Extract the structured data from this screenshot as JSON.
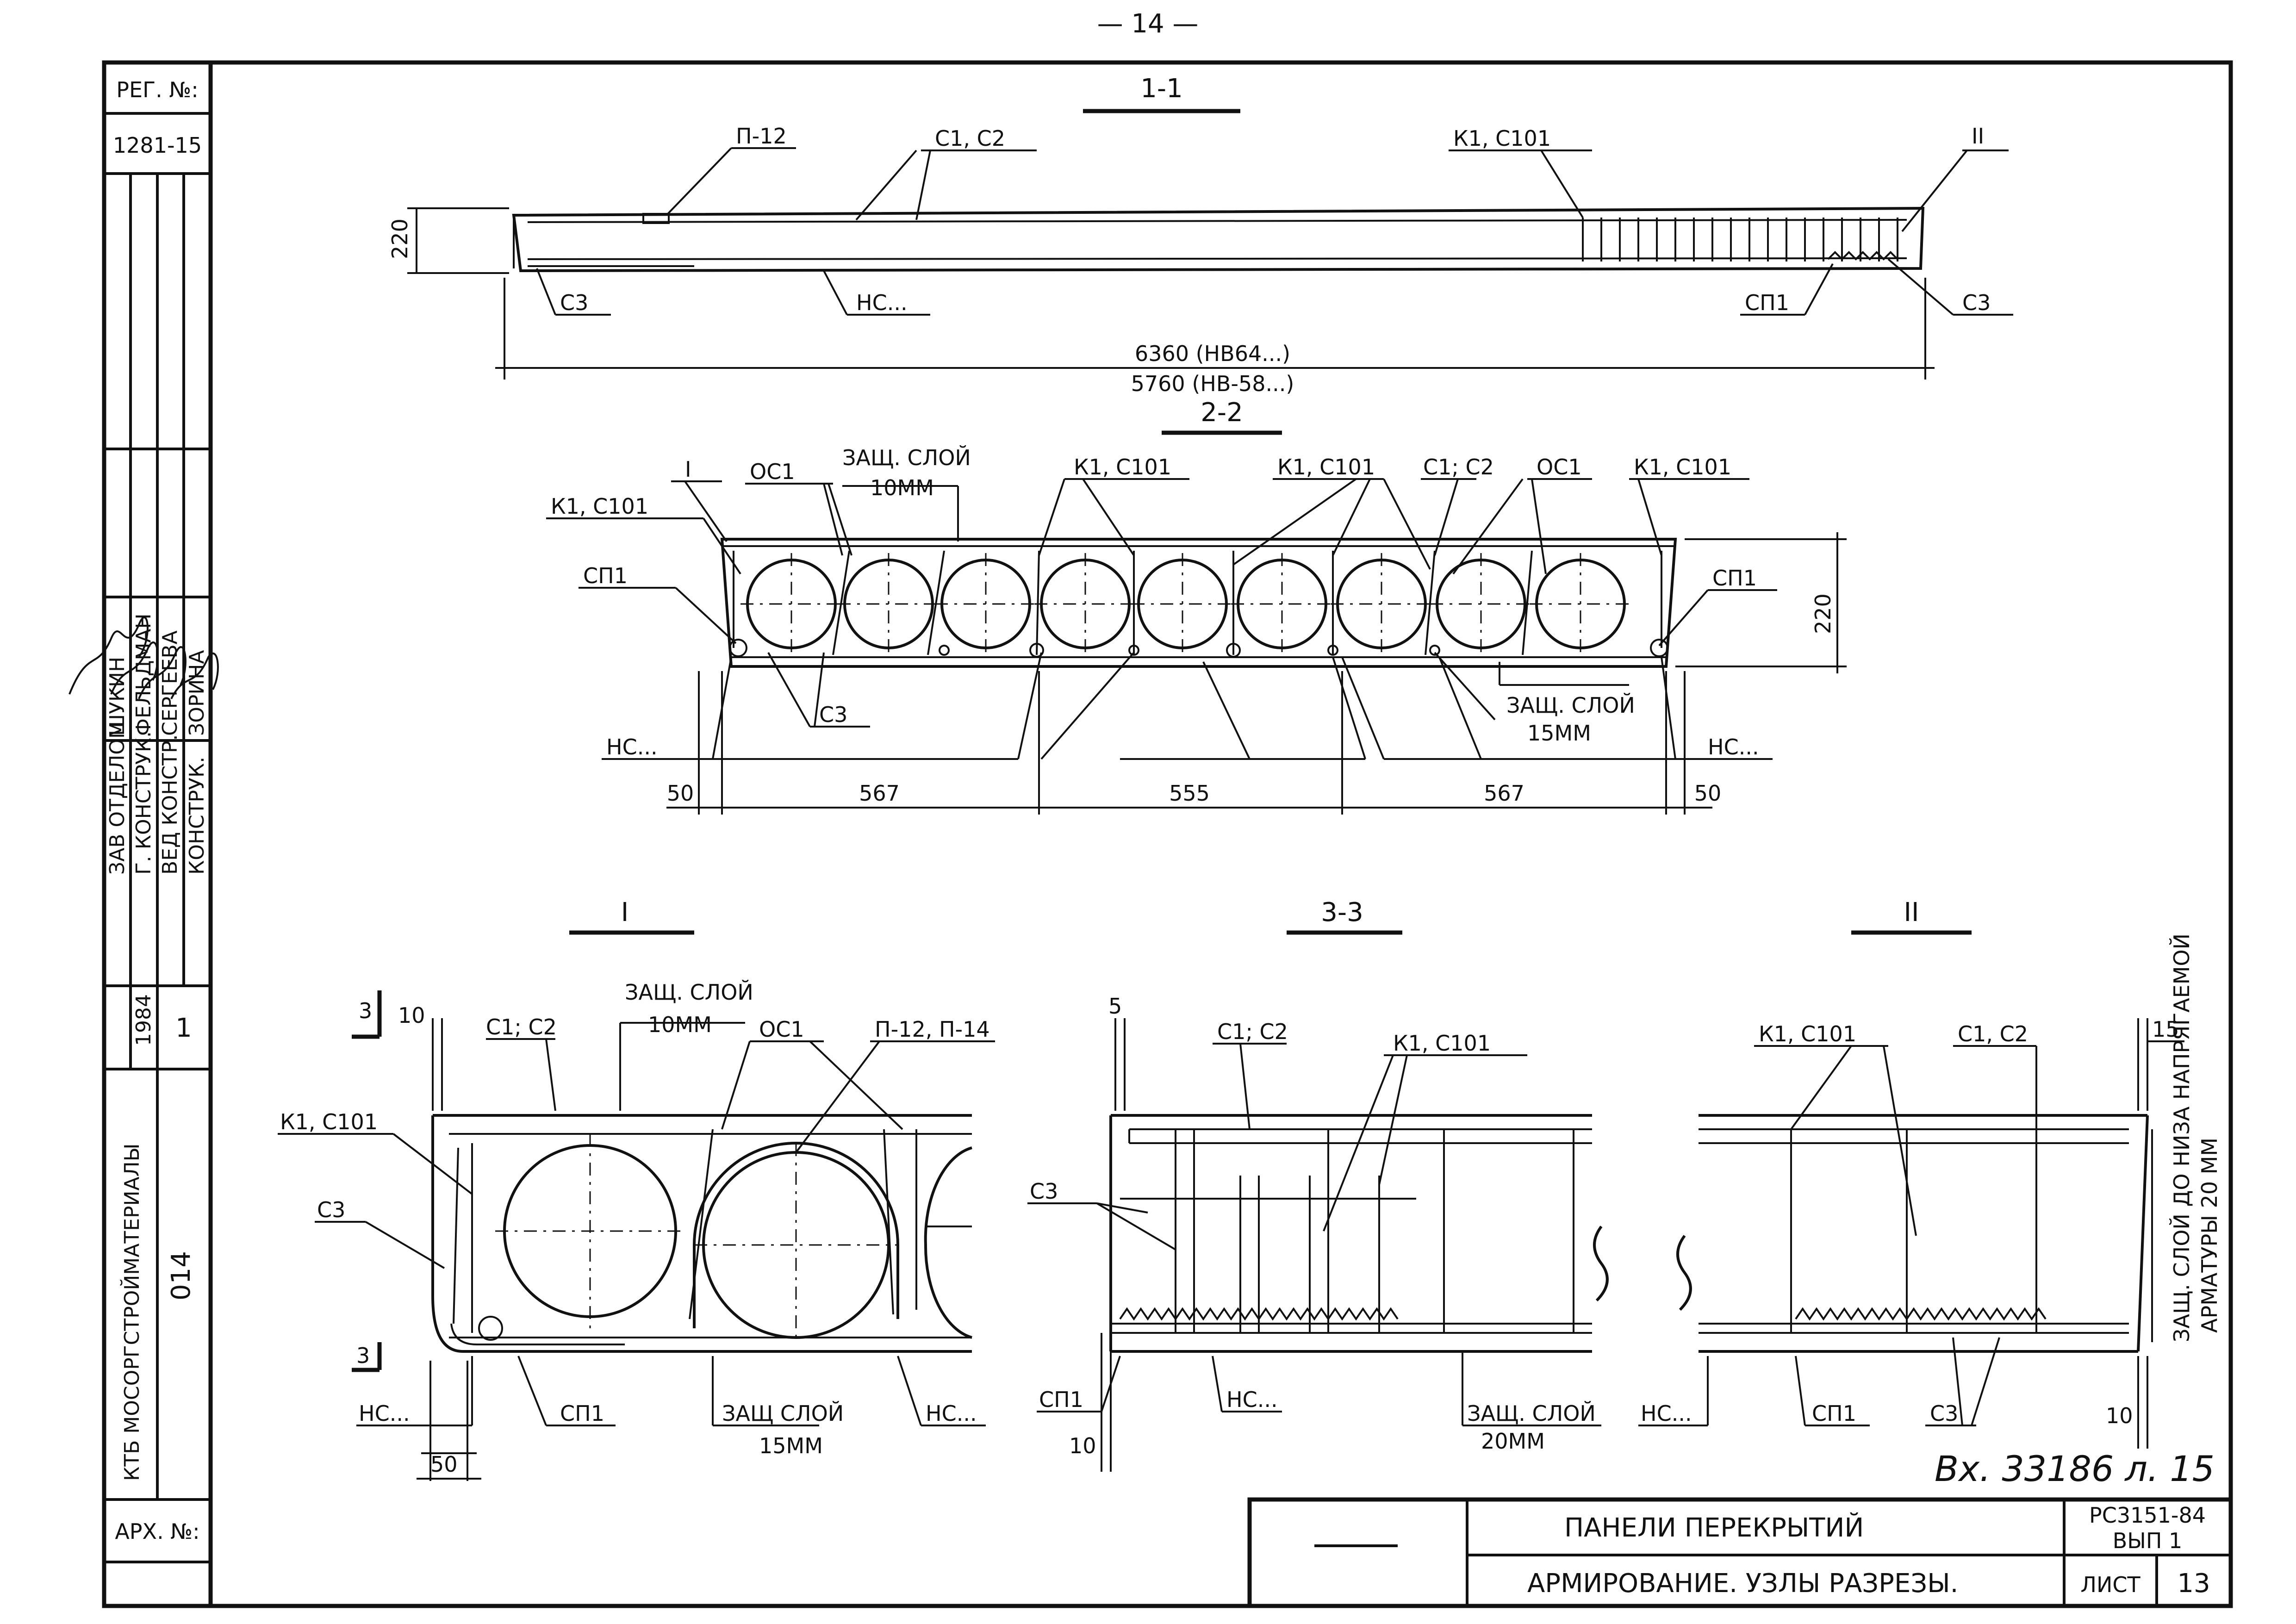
{
  "page_number": "— 14 —",
  "sidebar": {
    "reg_label": "РЕГ. №:",
    "reg_number": "1281-15",
    "staff": [
      {
        "role": "ЗАВ ОТДЕЛОМ",
        "name": "ШУКИН"
      },
      {
        "role": "Г. КОНСТРУК.",
        "name": "ФЕЛЬДМАН"
      },
      {
        "role": "ВЕД КОНСТР.",
        "name": "СЕРГЕЕВА"
      },
      {
        "role": "КОНСТРУК.",
        "name": "ЗОРИНА"
      }
    ],
    "year": "1984",
    "stage": "1",
    "org": "КТБ МОСОРГСТРОЙМАТЕРИАЛЫ",
    "code": "014",
    "archive_label": "АРХ. №:"
  },
  "section_1": {
    "title": "1-1",
    "callouts": {
      "p12": "П-12",
      "c1c2": "С1, С2",
      "k1": "К1, С101",
      "node2": "II",
      "c3_left": "С3",
      "hc": "НС...",
      "sp1": "СП1",
      "c3_right": "С3"
    },
    "height": "220",
    "length_a": "6360 (НВ64...)",
    "length_b": "5760 (НВ-58...)"
  },
  "section_2": {
    "title": "2-2",
    "callouts": {
      "node1": "I",
      "oc1_a": "ОС1",
      "cover_top": "ЗАЩ. СЛОЙ",
      "cover_top_val": "10ММ",
      "k1_a": "К1, С101",
      "k1_b": "К1, С101",
      "c1c2": "С1; С2",
      "oc1_b": "ОС1",
      "k1_c": "К1, С101",
      "k1_left": "К1, С101",
      "sp1_left": "СП1",
      "sp1_right": "СП1",
      "c3": "С3",
      "cover_bot": "ЗАЩ. СЛОЙ",
      "cover_bot_val": "15ММ",
      "hc_left": "НС...",
      "hc_right": "НС..."
    },
    "height": "220",
    "dims": [
      "50",
      "567",
      "555",
      "567",
      "50"
    ]
  },
  "detail_1": {
    "title": "I",
    "callouts": {
      "cut": "3",
      "d10": "10",
      "c1c2": "С1; С2",
      "cover_top": "ЗАЩ. СЛОЙ",
      "cover_top_val": "10ММ",
      "oc1": "ОС1",
      "p12": "П-12, П-14",
      "k1": "К1, С101",
      "c3": "С3",
      "hc": "НС...",
      "sp1": "СП1",
      "cover_bot": "ЗАЩ СЛОЙ",
      "cover_bot_val": "15ММ",
      "hc_right": "НС...",
      "d50": "50"
    }
  },
  "section_3": {
    "title": "3-3",
    "callouts": {
      "d5": "5",
      "c1c2": "С1; С2",
      "k1": "К1, С101",
      "c3": "С3",
      "sp1": "СП1",
      "hc": "НС...",
      "cover": "ЗАЩ. СЛОЙ",
      "cover_val": "20ММ",
      "d10": "10"
    }
  },
  "detail_2": {
    "title": "II",
    "callouts": {
      "k1": "К1, С101",
      "c1c2": "С1, С2",
      "d15": "15",
      "hc": "НС...",
      "sp1": "СП1",
      "c3": "С3",
      "d10": "10"
    },
    "vertical_note_1": "ЗАЩ. СЛОЙ ДО НИЗА НАПРЯГАЕМОЙ",
    "vertical_note_2": "АРМАТУРЫ 20 ММ"
  },
  "stamp_note": "Вх. 33186 л. 15",
  "title_block": {
    "title": "ПАНЕЛИ ПЕРЕКРЫТИЙ",
    "subtitle": "АРМИРОВАНИЕ. УЗЛЫ РАЗРЕЗЫ.",
    "code": "РС3151-84",
    "issue": "ВЫП 1",
    "sheet_label": "ЛИСТ",
    "sheet_number": "13"
  }
}
